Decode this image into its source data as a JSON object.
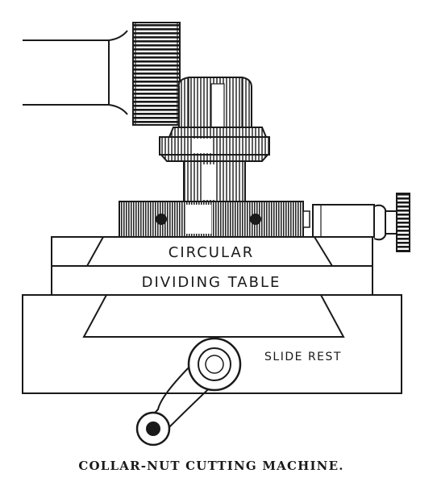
{
  "labels": {
    "circular": "CIRCULAR",
    "dividing_table": "DIVIDING TABLE",
    "slide_rest": "SLIDE REST"
  },
  "caption": "COLLAR-NUT CUTTING MACHINE."
}
